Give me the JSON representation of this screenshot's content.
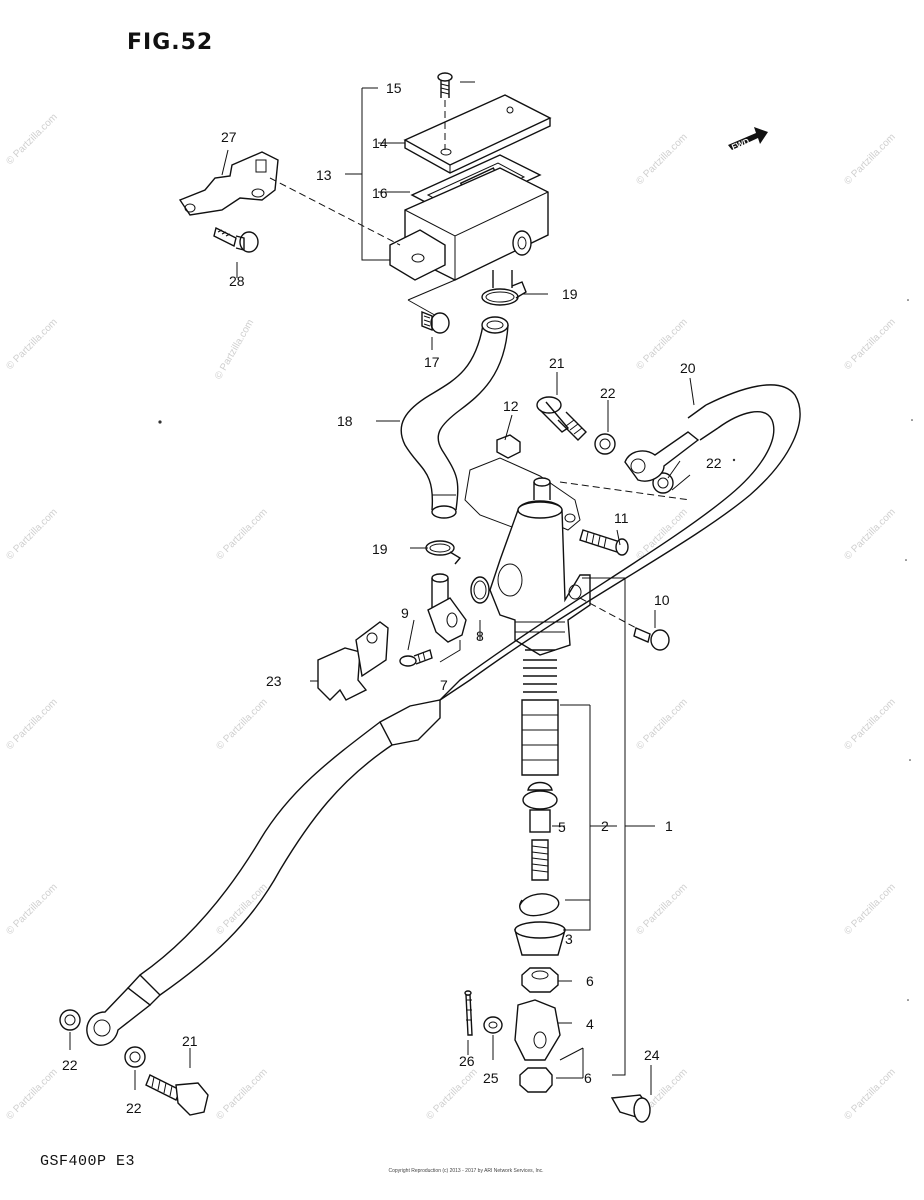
{
  "title": "FIG.52",
  "model": "GSF400P  E3",
  "watermark": "© Partzilla.com",
  "fwd_label": "FWD",
  "copyright": "Copyright Reproduction (c) 2013 - 2017 by ARI Network Services, Inc.",
  "labels": {
    "p1": "1",
    "p2": "2",
    "p3": "3",
    "p4": "4",
    "p5": "5",
    "p6a": "6",
    "p6b": "6",
    "p7": "7",
    "p8": "8",
    "p9": "9",
    "p10": "10",
    "p11": "11",
    "p12": "12",
    "p13": "13",
    "p14": "14",
    "p15": "15",
    "p16": "16",
    "p17": "17",
    "p18": "18",
    "p19a": "19",
    "p19b": "19",
    "p20": "20",
    "p21a": "21",
    "p21b": "21",
    "p22a": "22",
    "p22b": "22",
    "p22c": "22",
    "p22d": "22",
    "p23": "23",
    "p24": "24",
    "p25": "25",
    "p26": "26",
    "p27": "27",
    "p28": "28"
  }
}
